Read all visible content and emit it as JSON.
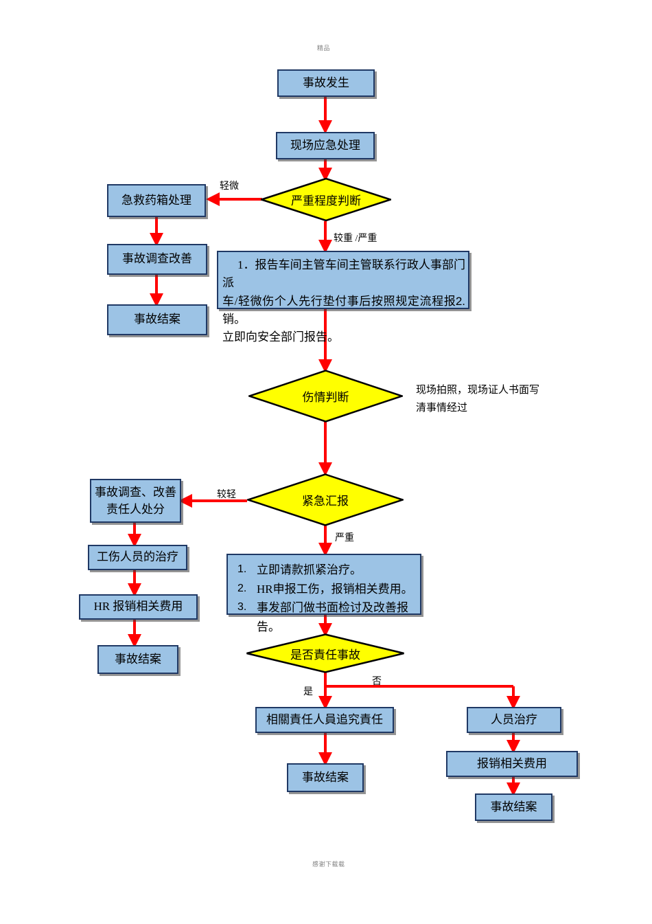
{
  "page": {
    "top_watermark": "精品",
    "bottom_watermark": "感谢下载载"
  },
  "colors": {
    "process_fill": "#9CC3E5",
    "process_border": "#1F3864",
    "decision_fill": "#FFFF00",
    "decision_border": "#000000",
    "connector": "#FF0000",
    "text": "#000000"
  },
  "nodes": {
    "accident_occurs": "事故发生",
    "onsite_emergency": "现场应急处理",
    "first_aid_kit": "急救药箱处理",
    "investigate_improve": "事故调查改善",
    "case_closed_1": "事故结案",
    "severity_decision": "严重程度判断",
    "report_block": {
      "line1": "1．报告车间主管车间主管联系行政人事部门派",
      "line2_main": "车/轻微伤个人先行垫付事后按照规定流程报销。",
      "line2_tail": "2.",
      "line3": "立即向安全部门报告。"
    },
    "injury_decision": "伤情判断",
    "injury_annotation_line1": "现场拍照，现场证人书面写",
    "injury_annotation_line2": "清事情经过",
    "urgent_report_decision": "紧急汇报",
    "investigate_punish_line1": "事故调查、改善",
    "investigate_punish_line2": "责任人处分",
    "injured_treatment": "工伤人员的治疗",
    "hr_reimburse": "HR 报销相关费用",
    "case_closed_2": "事故结案",
    "severe_actions": [
      {
        "num": "1.",
        "text": "立即请款抓紧治疗。"
      },
      {
        "num": "2.",
        "text": "HR申报工伤，报销相关费用。"
      },
      {
        "num": "3.",
        "text": "事发部门做书面检讨及改善报告。"
      }
    ],
    "liability_decision": "是否責任事故",
    "pursue_liability": "相關責任人員追究責任",
    "case_closed_3": "事故结案",
    "personnel_treatment": "人员治疗",
    "reimburse_fees": "报销相关费用",
    "case_closed_4": "事故结案"
  },
  "edge_labels": {
    "minor": "轻微",
    "heavy_severe": "较重 /严重",
    "lighter": "较轻",
    "severe": "严重",
    "yes": "是",
    "no": "否"
  }
}
